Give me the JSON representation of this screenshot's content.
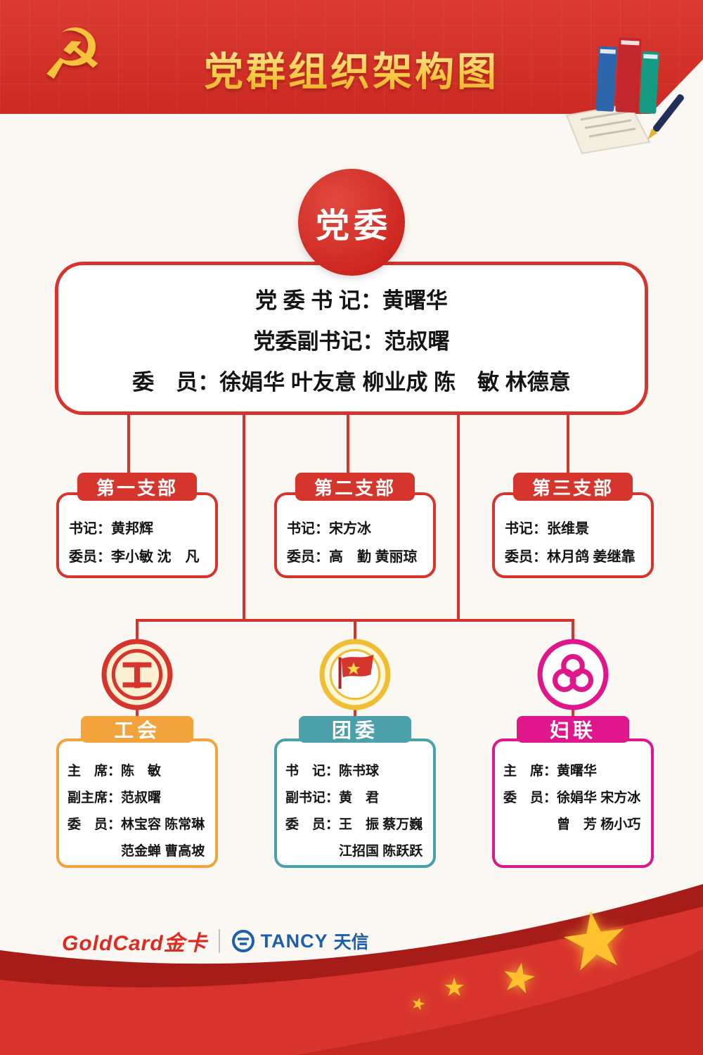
{
  "header": {
    "title": "党群组织架构图"
  },
  "icons": {
    "party_emblem": "☭",
    "star": "★",
    "union_logo": "acftu-union-emblem",
    "youth_logo": "communist-youth-league-emblem",
    "women_logo": "womens-federation-emblem"
  },
  "root": {
    "label": "党委",
    "lines": [
      "党 委 书 记：黄曙华",
      "党委副书记：范叔曙",
      "委　员：徐娟华 叶友意 柳业成 陈　敏 林德意"
    ]
  },
  "branches": [
    {
      "title": "第一支部",
      "rows": [
        "书记：黄邦辉",
        "委员：李小敏 沈　凡"
      ]
    },
    {
      "title": "第二支部",
      "rows": [
        "书记：宋方冰",
        "委员：高　勤 黄丽琼"
      ]
    },
    {
      "title": "第三支部",
      "rows": [
        "书记：张维景",
        "委员：林月鸽 姜继靠"
      ]
    }
  ],
  "groups": [
    {
      "title": "工会",
      "rows": [
        "主　席：陈　敏",
        "副主席：范叔曙",
        "委　员：林宝容 陈常琳",
        "　　　　范金蝉 曹高坡"
      ]
    },
    {
      "title": "团委",
      "rows": [
        "书　记：陈书球",
        "副书记：黄　君",
        "委　员：王　振 蔡万巍",
        "　　　　江招国 陈跃跃"
      ]
    },
    {
      "title": "妇联",
      "rows": [
        "主　席：黄曙华",
        "委　员：徐娟华 宋方冰",
        "　　　　曾　芳 杨小巧"
      ]
    }
  ],
  "footer": {
    "goldcard_text": "GoldCard金卡",
    "tancy_text": "TANCY",
    "tancy_cn": "天信"
  },
  "colors": {
    "banner_red": "#D6352E",
    "title_gold": "#F6C63E",
    "union_orange": "#F2A33C",
    "youth_teal": "#4BA0AB",
    "women_magenta": "#E0168C",
    "star_gold": "#FFC12E"
  }
}
